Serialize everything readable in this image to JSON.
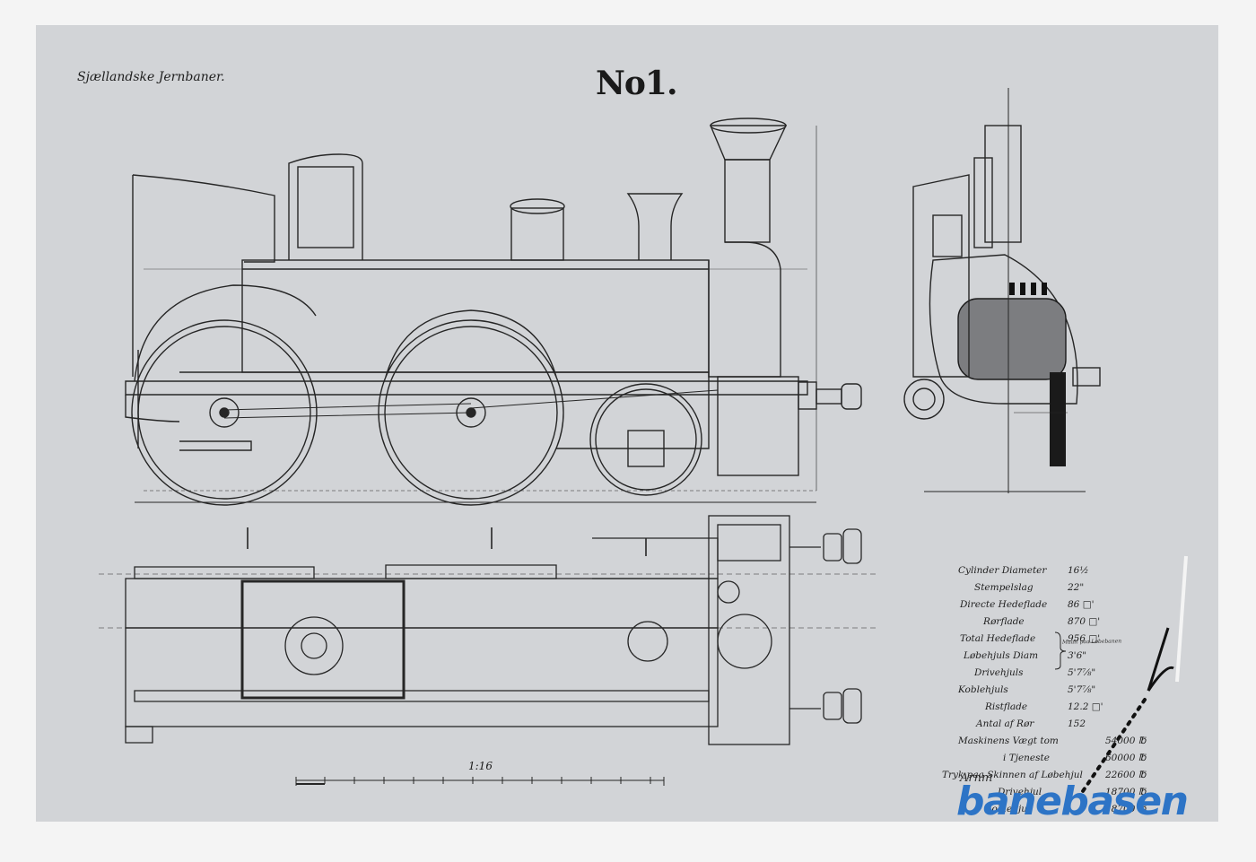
{
  "sheet": {
    "company": "Sjællandske Jernbaner.",
    "number": "No1.",
    "scale": "1:16",
    "signature": "Arnm"
  },
  "specs": [
    {
      "label": "Cylinder Diameter",
      "value": "16½"
    },
    {
      "label": "Stempelslag",
      "value": "22\""
    },
    {
      "label": "Directe Hedeflade",
      "value": "86 □'"
    },
    {
      "label": "Rørflade",
      "value": "870 □'"
    },
    {
      "label": "Total Hedeflade",
      "value": "956 □'"
    },
    {
      "label": "Løbehjuls Diam",
      "value": "3'6\""
    },
    {
      "label": "Drivehjuls",
      "value": "5'7⅞\""
    },
    {
      "label": "Koblehjuls",
      "value": "5'7⅞\""
    },
    {
      "label": "Ristflade",
      "value": "12.2 □'"
    },
    {
      "label": "Antal af Rør",
      "value": "152"
    },
    {
      "label": "Maskinens Vægt tom",
      "value": "54000 ℔"
    },
    {
      "label": "i Tjeneste",
      "value": "60000 ℔"
    },
    {
      "label": "Tryk paa Skinnen af Løbehjul",
      "value": "22600 ℔"
    },
    {
      "label": "Drivehjul",
      "value": "18700 ℔"
    },
    {
      "label": "Koblehjul",
      "value": "18700 ℔"
    }
  ],
  "brace_note": "Maalt paa Løbebanen",
  "watermark": "banebasen",
  "colors": {
    "watermark": "#2d74c6",
    "paper": "#d2d4d7",
    "ink": "#1a1a1a"
  }
}
